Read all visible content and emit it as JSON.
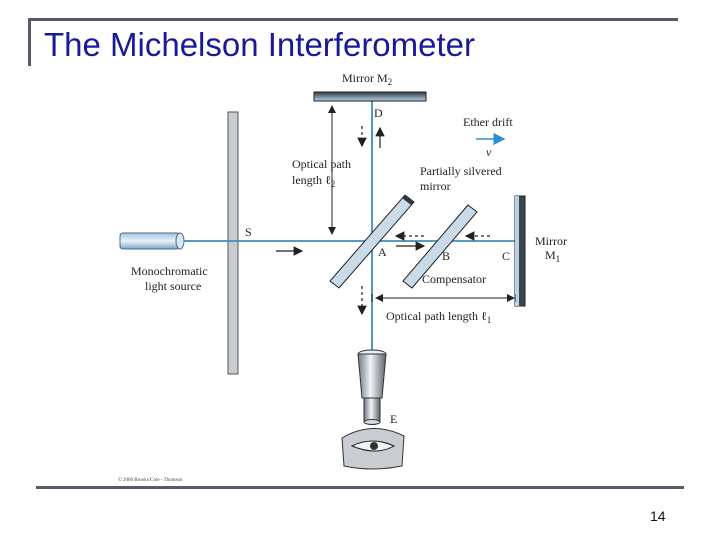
{
  "slide": {
    "title": "The Michelson Interferometer",
    "page_number": "14"
  },
  "diagram": {
    "mirror_m2": "Mirror M",
    "mirror_m2_sub": "2",
    "point_d": "D",
    "ether_drift": "Ether drift",
    "velocity": "v",
    "optical_path_2_line1": "Optical path",
    "optical_path_2_line2": "length ℓ",
    "optical_path_2_sub": "2",
    "partially_silvered_line1": "Partially silvered",
    "partially_silvered_line2": "mirror",
    "point_s": "S",
    "point_a": "A",
    "point_b": "B",
    "point_c": "C",
    "mirror_m1_line1": "Mirror",
    "mirror_m1_line2": "M",
    "mirror_m1_sub": "1",
    "compensator": "Compensator",
    "source_line1": "Monochromatic",
    "source_line2": "light source",
    "optical_path_1": "Optical path length ℓ",
    "optical_path_1_sub": "1",
    "point_e": "E",
    "copyright": "© 2006 Brooks/Cole - Thomson"
  },
  "colors": {
    "title": "#1a1a99",
    "beam": "#3d8fb8",
    "mirror": "#2f3740",
    "glass": "#c9dbe8"
  }
}
